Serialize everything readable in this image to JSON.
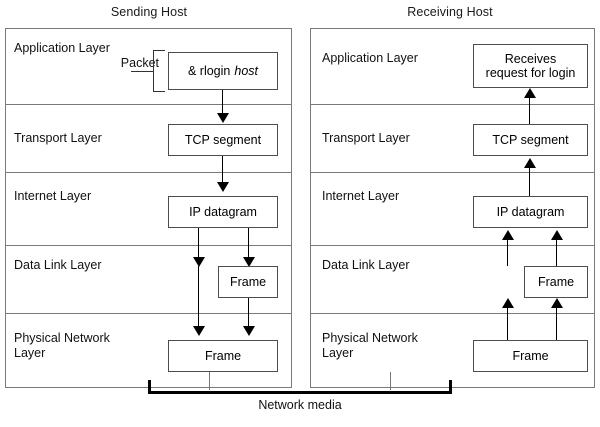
{
  "diagram": {
    "title_sending": "Sending Host",
    "title_receiving": "Receiving Host",
    "network_media_label": "Network media",
    "layers": [
      {
        "id": "application",
        "label_line1": "Application Layer",
        "label_line2": "Packet"
      },
      {
        "id": "transport",
        "label_line1": "Transport Layer",
        "label_line2": ""
      },
      {
        "id": "internet",
        "label_line1": "Internet Layer",
        "label_line2": ""
      },
      {
        "id": "datalink",
        "label_line1": "Data Link Layer",
        "label_line2": ""
      },
      {
        "id": "physical",
        "label_line1": "Physical Network",
        "label_line2": "Layer"
      }
    ],
    "sending": {
      "layer_labels": {
        "application_line1": "Application Layer",
        "application_line2": "Packet",
        "transport": "Transport Layer",
        "internet": "Internet Layer",
        "datalink": "Data Link Layer",
        "physical_line1": "Physical Network",
        "physical_line2": "Layer"
      },
      "boxes": {
        "application": "& rlogin host",
        "application_command": "& rlogin",
        "application_arg": "host",
        "transport": "TCP segment",
        "internet": "IP datagram",
        "datalink": "Frame",
        "physical": "Frame"
      }
    },
    "receiving": {
      "layer_labels": {
        "application": "Application Layer",
        "transport": "Transport Layer",
        "internet": "Internet Layer",
        "datalink": "Data Link Layer",
        "physical_line1": "Physical Network",
        "physical_line2": "Layer"
      },
      "boxes": {
        "application_line1": "Receives",
        "application_line2": "request for login",
        "transport": "TCP segment",
        "internet": "IP datagram",
        "datalink": "Frame",
        "physical": "Frame"
      }
    },
    "colors": {
      "background": "#ffffff",
      "panel_border": "#7a7a7a",
      "box_border": "#4d4d4d",
      "arrow": "#000000",
      "text": "#111111"
    }
  }
}
